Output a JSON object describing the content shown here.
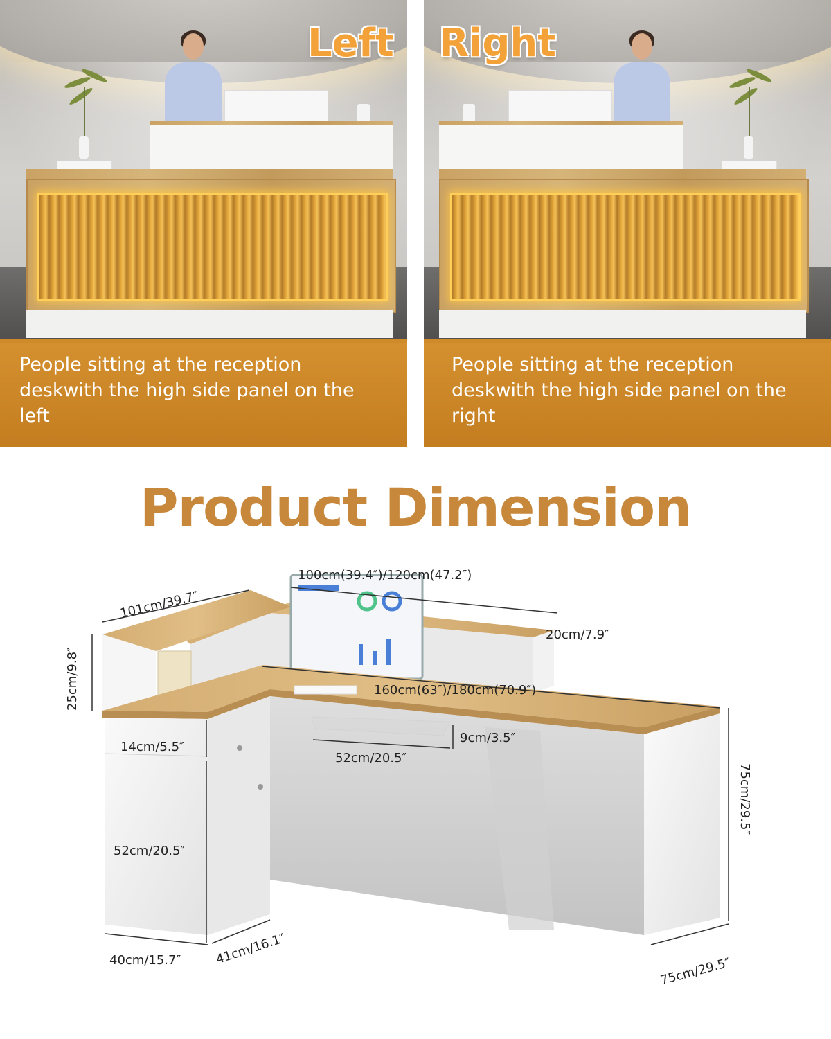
{
  "panels": [
    {
      "title": "Left",
      "caption": "People sitting at the reception deskwith the high side panel on the left"
    },
    {
      "title": "Right",
      "caption": "People sitting at the reception deskwith the high side panel on the right"
    }
  ],
  "dimension_title": "Product Dimension",
  "dimensions": {
    "top_width": "100cm(39.4″)/120cm(47.2″)",
    "side_depth": "101cm/39.7″",
    "panel_depth": "20cm/7.9″",
    "raised_height": "25cm/9.8″",
    "desk_width": "160cm(63″)/180cm(70.9″)",
    "drawer_height": "14cm/5.5″",
    "keyboard_height": "9cm/3.5″",
    "keyboard_width": "52cm/20.5″",
    "cabinet_height": "52cm/20.5″",
    "desk_height": "75cm/29.5″",
    "cabinet_width": "40cm/15.7″",
    "cabinet_depth": "41cm/16.1″",
    "desk_depth": "75cm/29.5″"
  },
  "colors": {
    "accent": "#c8883c",
    "caption_bg": "#d08a2c",
    "title_orange": "#f3a23a"
  }
}
